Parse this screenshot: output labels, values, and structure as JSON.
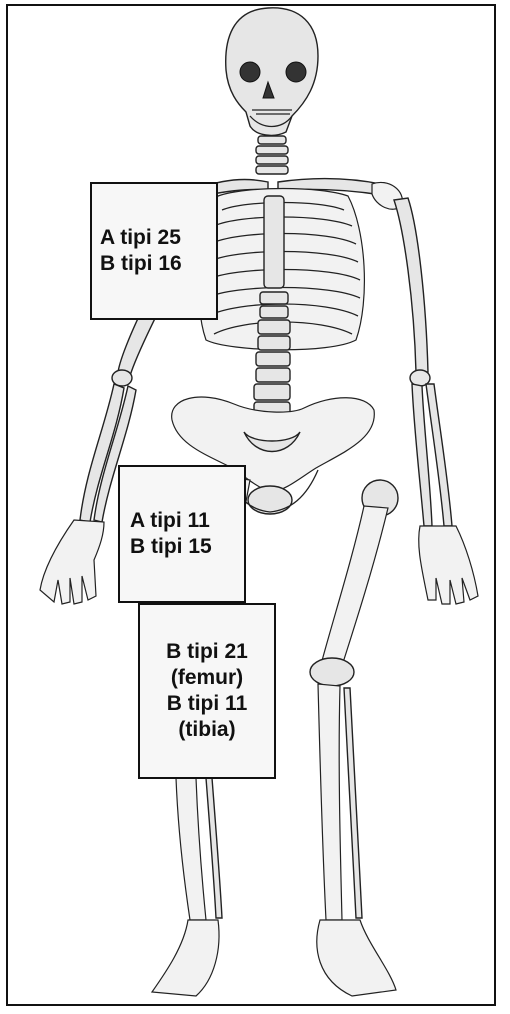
{
  "labels": {
    "thorax": {
      "line1": "A tipi 25",
      "line2": "B tipi 16"
    },
    "pelvis": {
      "line1": "A tipi 11",
      "line2": "B tipi 15"
    },
    "legs": {
      "line1": "B tipi 21",
      "line2": "(femur)",
      "line3": "B tipi 11",
      "line4": "(tibia)"
    }
  }
}
